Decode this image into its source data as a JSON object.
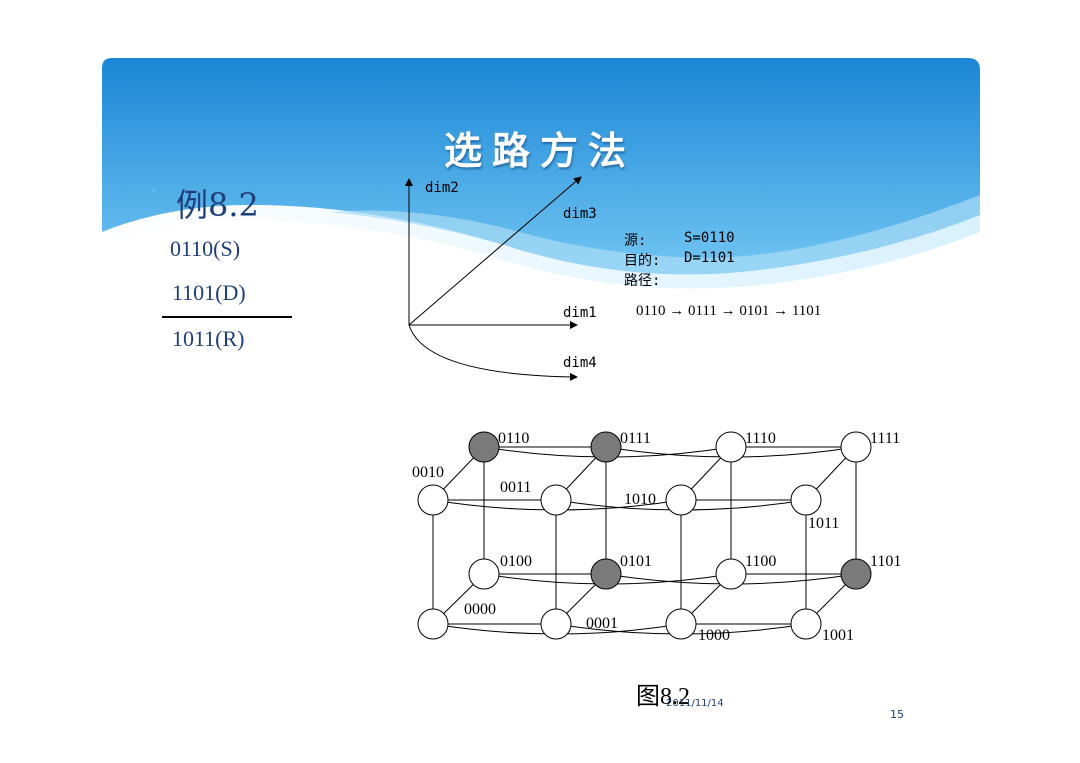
{
  "slide": {
    "title": "选路方法",
    "example": {
      "bullet": "*",
      "heading": "例8.2",
      "line1": "0110(S)",
      "line2": "1101(D)",
      "result": "1011(R)"
    },
    "axes": {
      "dim1": "dim1",
      "dim2": "dim2",
      "dim3": "dim3",
      "dim4": "dim4"
    },
    "route_info": {
      "source_label": "源:",
      "source_value": "S=0110",
      "dest_label": "目的:",
      "dest_value": "D=1101",
      "path_label": "路径:",
      "path_nodes": [
        "0110",
        "0111",
        "0101",
        "1101"
      ]
    },
    "figure_caption": "图8.2",
    "footer": {
      "date": "2011/11/14",
      "page": "15"
    }
  },
  "hypercube": {
    "nodes": [
      {
        "id": "0110",
        "label": "0110",
        "highlight": true
      },
      {
        "id": "0111",
        "label": "0111",
        "highlight": true
      },
      {
        "id": "1110",
        "label": "1110",
        "highlight": false
      },
      {
        "id": "1111",
        "label": "1111",
        "highlight": false
      },
      {
        "id": "0010",
        "label": "0010",
        "highlight": false
      },
      {
        "id": "0011",
        "label": "0011",
        "highlight": false
      },
      {
        "id": "1010",
        "label": "1010",
        "highlight": false
      },
      {
        "id": "1011",
        "label": "1011",
        "highlight": false
      },
      {
        "id": "0100",
        "label": "0100",
        "highlight": false
      },
      {
        "id": "0101",
        "label": "0101",
        "highlight": true
      },
      {
        "id": "1100",
        "label": "1100",
        "highlight": false
      },
      {
        "id": "1101",
        "label": "1101",
        "highlight": true
      },
      {
        "id": "0000",
        "label": "0000",
        "highlight": false
      },
      {
        "id": "0001",
        "label": "0001",
        "highlight": false
      },
      {
        "id": "1000",
        "label": "1000",
        "highlight": false
      },
      {
        "id": "1001",
        "label": "1001",
        "highlight": false
      }
    ],
    "colors": {
      "highlight": "#7a7a7a",
      "normal": "#ffffff",
      "header_top": "#1a86d6",
      "header_bottom": "#6cc4f2",
      "text_blue": "#1f3f7a"
    }
  }
}
